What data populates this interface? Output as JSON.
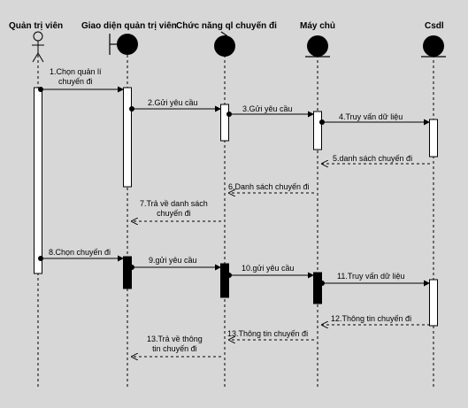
{
  "colors": {
    "background": "#d7d7d7",
    "line": "#000000",
    "activation_fill": "#ffffff",
    "activation_dark": "#000000"
  },
  "lifelines": [
    {
      "id": "admin",
      "name": "Quản trị viên",
      "kind": "actor"
    },
    {
      "id": "ui",
      "name": "Giao diện quản trị viên",
      "kind": "boundary"
    },
    {
      "id": "ctrl",
      "name": "Chức năng ql chuyến đi",
      "kind": "control"
    },
    {
      "id": "server",
      "name": "Máy chủ",
      "kind": "entity"
    },
    {
      "id": "db",
      "name": "Csdl",
      "kind": "entity"
    }
  ],
  "messages": [
    {
      "text": [
        "1.Chọn quản lí",
        "chuyến đi"
      ],
      "from": "admin",
      "to": "ui",
      "type": "sync"
    },
    {
      "text": [
        "2.Gửi yêu cầu"
      ],
      "from": "ui",
      "to": "ctrl",
      "type": "sync"
    },
    {
      "text": [
        "3.Gửi yêu cầu"
      ],
      "from": "ctrl",
      "to": "server",
      "type": "sync"
    },
    {
      "text": [
        "4.Truy vấn dữ liệu"
      ],
      "from": "server",
      "to": "db",
      "type": "sync"
    },
    {
      "text": [
        "5.danh sách chuyến đi"
      ],
      "from": "db",
      "to": "server",
      "type": "return"
    },
    {
      "text": [
        "6.Danh sách chuyến đi"
      ],
      "from": "server",
      "to": "ctrl",
      "type": "return"
    },
    {
      "text": [
        "7.Trả về danh sách",
        "chuyến đi"
      ],
      "from": "ctrl",
      "to": "ui",
      "type": "return"
    },
    {
      "text": [
        "8.Chọn chuyến đi"
      ],
      "from": "admin",
      "to": "ui",
      "type": "sync"
    },
    {
      "text": [
        "9.gửi yêu cầu"
      ],
      "from": "ui",
      "to": "ctrl",
      "type": "sync"
    },
    {
      "text": [
        "10.gửi yêu cầu"
      ],
      "from": "ctrl",
      "to": "server",
      "type": "sync"
    },
    {
      "text": [
        "11.Truy vấn dữ liệu"
      ],
      "from": "server",
      "to": "db",
      "type": "sync"
    },
    {
      "text": [
        "12.Thông tin chuyến đi"
      ],
      "from": "db",
      "to": "server",
      "type": "return"
    },
    {
      "text": [
        "13.Thông tin chuyến đi"
      ],
      "from": "server",
      "to": "ctrl",
      "type": "return"
    },
    {
      "text": [
        "13.Trả về thông",
        "tin chuyến đi"
      ],
      "from": "ctrl",
      "to": "ui",
      "type": "return"
    }
  ]
}
